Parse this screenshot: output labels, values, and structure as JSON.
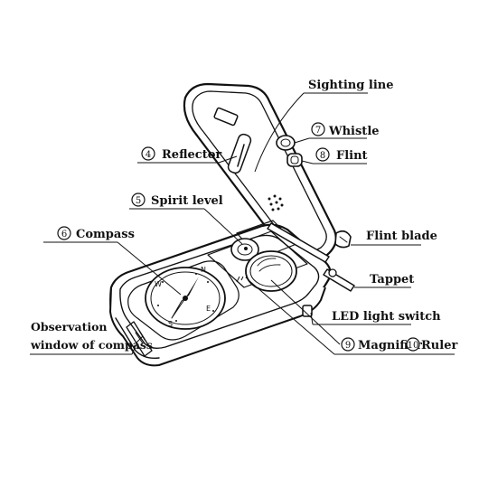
{
  "labels": {
    "sighting_line": "Sighting line",
    "whistle": "Whistle",
    "reflector": "Reflector",
    "flint": "Flint",
    "spirit_level": "Spirit level",
    "compass": "Compass",
    "flint_blade": "Flint blade",
    "tappet": "Tappet",
    "observation_line1": "Observation",
    "observation_line2": "window of compass",
    "led_switch": "LED light switch",
    "magnifier": "Magnifier",
    "ruler": "Ruler"
  },
  "numbers": {
    "reflector": "4",
    "spirit_level": "5",
    "compass": "6",
    "whistle": "7",
    "flint": "8",
    "magnifier": "9",
    "ruler": "10"
  },
  "compass_letters": {
    "n": "N",
    "e": "E",
    "s": "S",
    "w": "W"
  },
  "icons": [
    "compass-dial-icon",
    "magnifier-lens-icon",
    "spirit-level-icon",
    "whistle-icon",
    "flint-icon"
  ]
}
